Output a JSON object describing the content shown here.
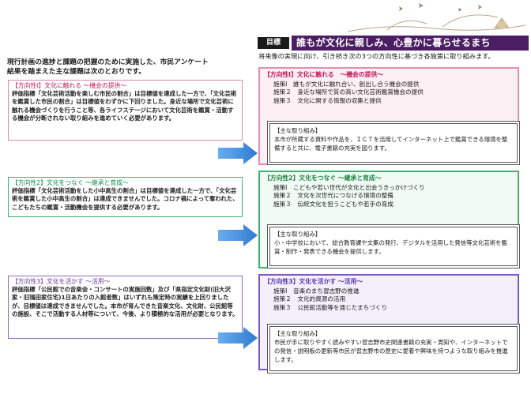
{
  "goal": {
    "label": "目標",
    "text": "誰もが文化に親しみ、心豊かに暮らせるまち",
    "subtitle": "将来像の実現に向け、引き続き次の3つの方向性に基づき各施策に取り組みます。"
  },
  "intro": "現行計画の進捗と課題の把握のために実施した、市民アンケート\n結果を踏まえた主な課題は次のとおりです。",
  "issues": [
    {
      "title": "【方向性Ⅰ】文化に触れる ～機会の提供～",
      "body": "評価指標「文化芸術活動を楽しむ市民の割合」は目標値を達成した一方で、「文化芸術を鑑賞した市民の割合」は目標値をわずかに下回りました。身近な場所で文化芸術に触れる機会づくりを行うこと等、各ライフステージにおいて文化芸術を鑑賞・活動する機会が分断されない取り組みを進めていく必要があります。",
      "color": "#d88aa6"
    },
    {
      "title": "【方向性2】文化をつなぐ ～継承と育成～",
      "body": "評価指標「文化芸術活動をした小中高生の割合」は目標値を達成した一方で、「文化芸術を鑑賞した小中高生の割合」は達成できませんでした。コロナ禍によって奪われた、こどもたちの鑑賞・活動機会を提供する必要があります。",
      "color": "#3cb371"
    },
    {
      "title": "【方向性3】文化を活かす ～活用～",
      "body": "評価指標「公民館での音楽会・コンサートの実施回数」及び「県指定文化財(旧大沢家・旧鴇田家住宅)1日あたりの入館者数」はいずれも策定時の実績を上回りましたが、目標値は達成できませんでした。本市が育んできた音楽文化、文化財、公民館等の施設、そこで活動する人材等について、今後、より積極的な活用が必要となります。",
      "color": "#8a6bb8"
    }
  ],
  "directions": [
    {
      "title": "【方向性Ⅰ】文化に触れる　～機会の提供～",
      "measures": [
        "施策Ⅰ　誰もが文化に触れ合い、創出し合う機会の提供",
        "施策２　身近な場所で質の高い文化芸術鑑賞機会の提供",
        "施策３　文化に関する情報の収集と提供"
      ],
      "initiative_title": "【主な取り組み】",
      "initiative_body": "本市が所蔵する資料や作品を、ＩＣＴを活用してインターネット上で鑑賞できる環境を整備すると共に、電子書籍の充実を図ります。"
    },
    {
      "title": "【方向性2】文化をつなぐ ～継承と育成～",
      "measures": [
        "施策Ⅰ　こどもや若い世代が文化と出会うきっかけづくり",
        "施策２　文化を次世代につなげる環境の整備",
        "施策３　伝統文化を担うこどもや若手の育成"
      ],
      "initiative_title": "【主な取り組み】",
      "initiative_body": "小・中学校において、総合教育課や文集の発行、デジタルを活用した発信等文化芸術を鑑賞・制作・発表できる機会を提供します。"
    },
    {
      "title": "【方向性3】文化を活かす ～活用～",
      "measures": [
        "施策Ⅰ　音楽のまち習志野の推進",
        "施策２　文化的資源の活用",
        "施策３　公民館活動等を通じたまちづくり"
      ],
      "initiative_title": "【主な取り組み】",
      "initiative_body": "市民が手に取りやすく読みやすい習志野市史関連書籍の充実・周知や、インターネットでの発信・説明板の更新等市民が習志野市の歴史に愛着や興味を持つような取り組みを推進します。"
    }
  ],
  "colors": {
    "goal_bg": "#4b1d63",
    "arrow": "#3a86d6"
  }
}
